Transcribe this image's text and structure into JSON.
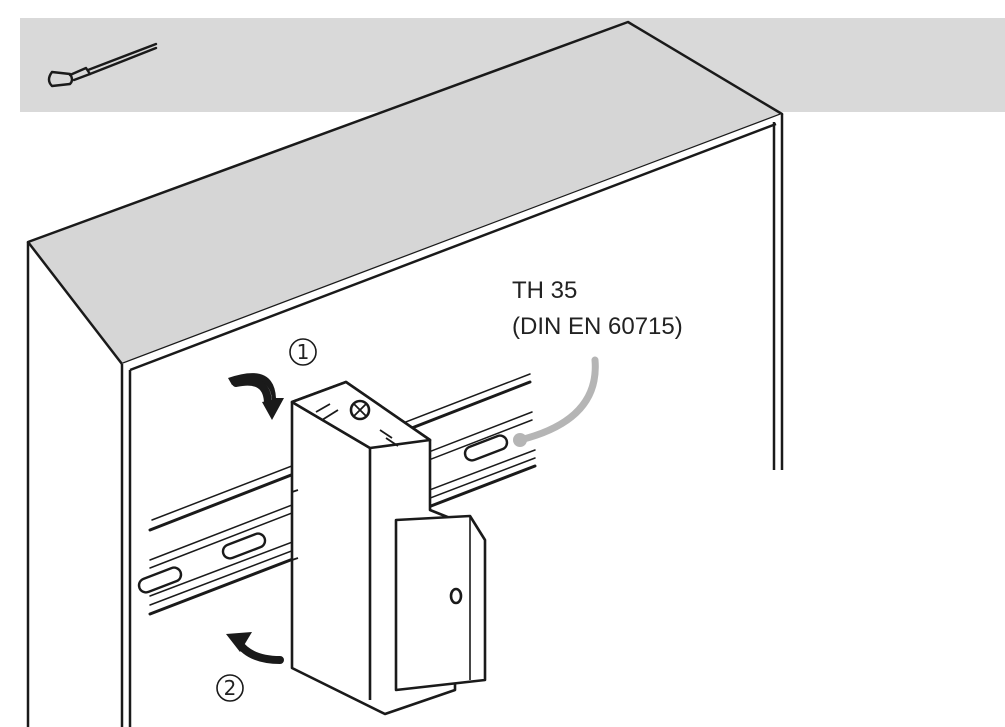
{
  "rail_label": {
    "line1": "TH 35",
    "line2": "(DIN EN 60715)"
  },
  "steps": [
    {
      "number": "1"
    },
    {
      "number": "2"
    }
  ],
  "icons": {
    "tool": "screwdriver-icon"
  },
  "colors": {
    "band": "#d9d9d9",
    "box_top": "#d6d6d6",
    "outline": "#1a1a1a",
    "leader": "#b5b5b5",
    "paper": "#ffffff"
  }
}
